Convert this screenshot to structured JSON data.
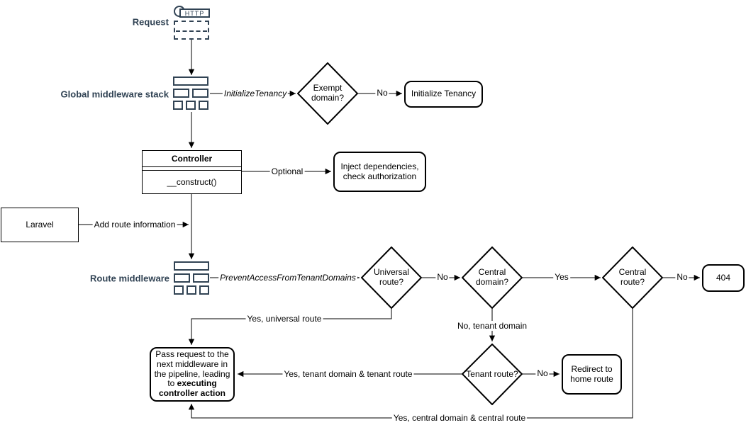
{
  "diagram": {
    "title": "Laravel tenancy request lifecycle flowchart",
    "colors": {
      "background": "#ffffff",
      "shape_stroke": "#000000",
      "icon_stroke": "#314354",
      "side_label_color": "#314354"
    },
    "nodes": {
      "request": {
        "label": "Request",
        "http_text": "HTTP"
      },
      "global_middleware": {
        "label": "Global middleware stack"
      },
      "exempt_domain": {
        "label": "Exempt domain?"
      },
      "initialize_tenancy": {
        "label": "Initialize Tenancy"
      },
      "controller": {
        "title": "Controller",
        "method": "__construct()"
      },
      "inject": {
        "label": "Inject dependencies, check authorization"
      },
      "laravel": {
        "label": "Laravel"
      },
      "route_middleware": {
        "label": "Route middleware"
      },
      "universal_route": {
        "label": "Universal route?"
      },
      "central_domain": {
        "label": "Central domain?"
      },
      "central_route": {
        "label": "Central route?"
      },
      "not_found": {
        "label": "404"
      },
      "pass_request": {
        "text_before": "Pass request to the next middleware in the pipeline, leading to ",
        "text_bold": "executing controller action"
      },
      "tenant_route": {
        "label": "Tenant route?"
      },
      "redirect_home": {
        "label": "Redirect to home route"
      }
    },
    "edges": {
      "initialize_tenancy_mw": "InitializeTenancy",
      "exempt_no": "No",
      "optional": "Optional",
      "add_route_info": "Add route information",
      "prevent_access_mw": "PreventAccessFromTenantDomains",
      "universal_no": "No",
      "central_domain_yes": "Yes",
      "central_route_no": "No",
      "yes_universal_route": "Yes, universal route",
      "no_tenant_domain": "No, tenant domain",
      "yes_tenant_domain_route": "Yes, tenant domain & tenant route",
      "tenant_no": "No",
      "yes_central_domain_route": "Yes, central domain & central route"
    }
  }
}
